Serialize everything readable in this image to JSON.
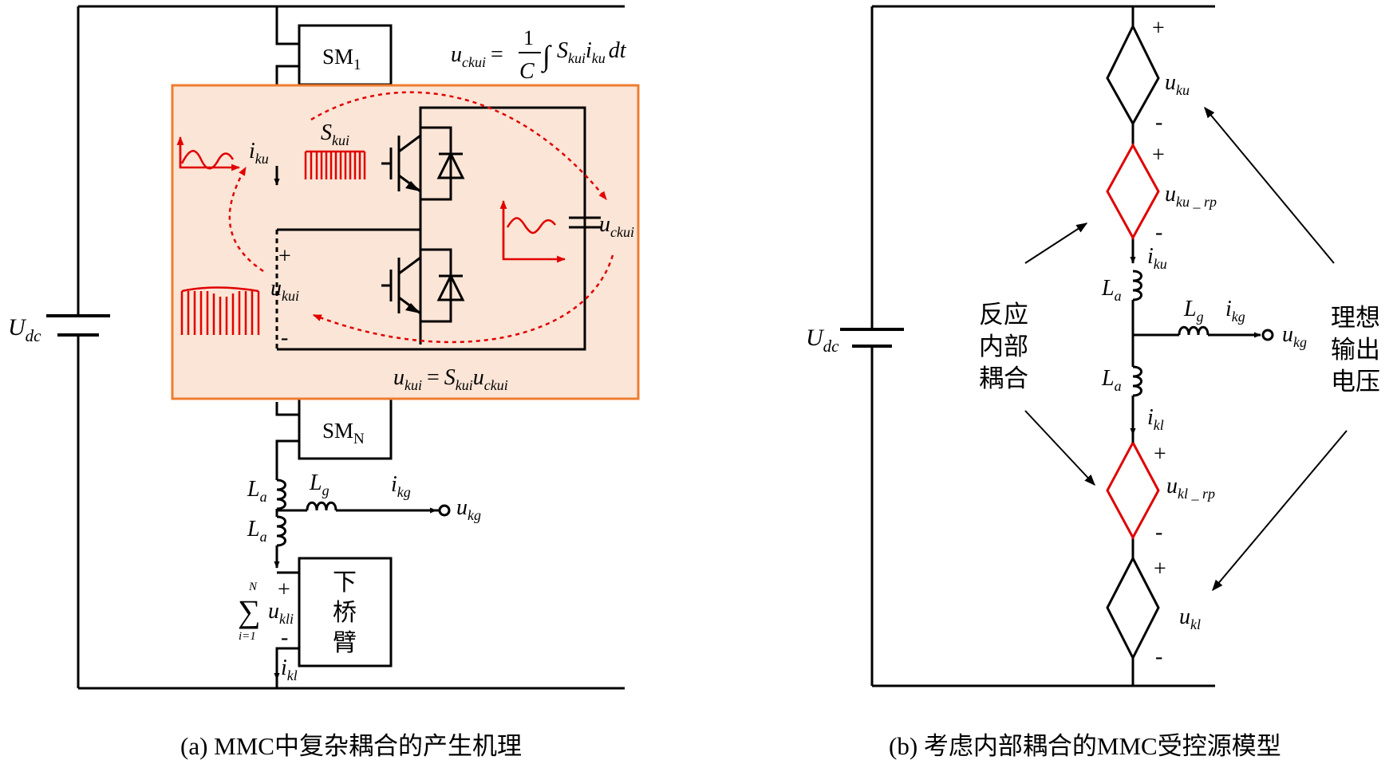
{
  "colors": {
    "wire": "#000000",
    "accent": "#e00000",
    "box_fill": "#fbe5d6",
    "box_stroke": "#ed7d31"
  },
  "panel_a": {
    "caption": "(a) MMC中复杂耦合的产生机理",
    "udc": "U",
    "udc_sub": "dc",
    "sm1": "SM",
    "sm1_sub": "1",
    "smn": "SM",
    "smn_sub": "N",
    "eq1": {
      "lhs": "u",
      "lhs_sub": "ckui",
      "eq": "=",
      "num": "1",
      "den": "C",
      "int": "∫",
      "rhs_s": "S",
      "rhs_s_sub": "kui",
      "rhs_i": "i",
      "rhs_i_sub": "ku",
      "rhs_tail": "dt"
    },
    "eq2": {
      "lhs": "u",
      "lhs_sub": "kui",
      "eq": "=",
      "s": "S",
      "s_sub": "kui",
      "u": "u",
      "u_sub": "ckui"
    },
    "s_kui": "S",
    "s_kui_sub": "kui",
    "i_ku": "i",
    "i_ku_sub": "ku",
    "u_ckui": "u",
    "u_ckui_sub": "ckui",
    "u_kui": "u",
    "u_kui_sub": "kui",
    "plus": "+",
    "minus": "-",
    "la": "L",
    "la_sub": "a",
    "lg": "L",
    "lg_sub": "g",
    "ikg": "i",
    "ikg_sub": "kg",
    "ukg": "u",
    "ukg_sub": "kg",
    "sum_top": "N",
    "sum_sym": "∑",
    "sum_bot": "i=1",
    "ukli": "u",
    "ukli_sub": "kli",
    "ikl": "i",
    "ikl_sub": "kl",
    "lower_arm": [
      "下",
      "桥",
      "臂"
    ]
  },
  "panel_b": {
    "caption": "(b) 考虑内部耦合的MMC受控源模型",
    "udc": "U",
    "udc_sub": "dc",
    "uku": "u",
    "uku_sub": "ku",
    "uku_rp": "u",
    "uku_rp_sub": "ku _ rp",
    "iku": "i",
    "iku_sub": "ku",
    "la": "L",
    "la_sub": "a",
    "lg": "L",
    "lg_sub": "g",
    "ikg": "i",
    "ikg_sub": "kg",
    "ukg": "u",
    "ukg_sub": "kg",
    "ikl": "i",
    "ikl_sub": "kl",
    "ukl_rp": "u",
    "ukl_rp_sub": "kl _ rp",
    "ukl": "u",
    "ukl_sub": "kl",
    "plus": "+",
    "minus": "-",
    "left_note": [
      "反应",
      "内部",
      "耦合"
    ],
    "right_note": [
      "理想",
      "输出",
      "电压"
    ]
  }
}
